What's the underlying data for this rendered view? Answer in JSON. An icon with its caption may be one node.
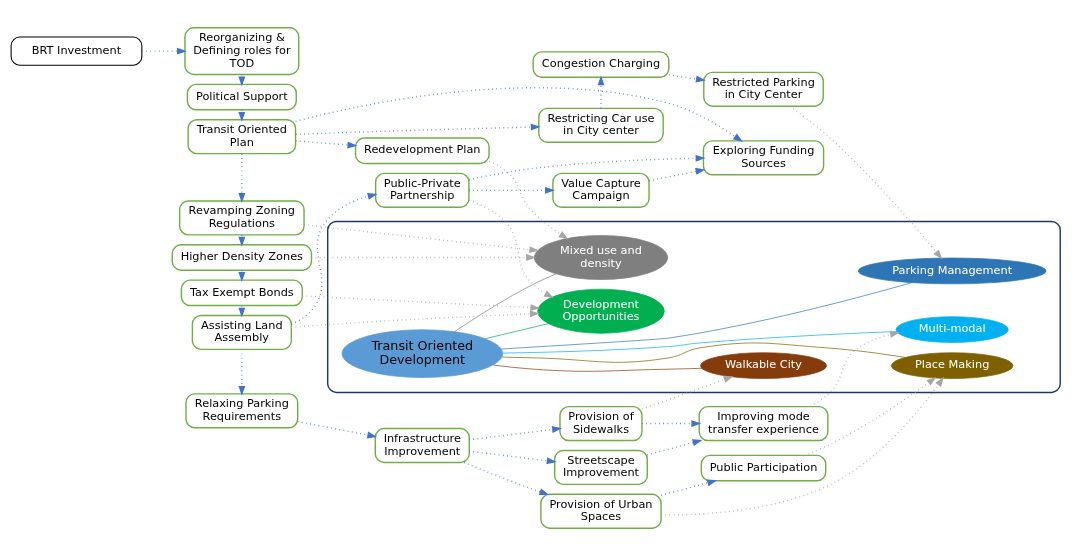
{
  "diagram": {
    "nodes": [
      {
        "text": [
          "BRT Investment"
        ]
      },
      {
        "text": [
          "Reorganizing & Defining roles for TOD"
        ]
      },
      {
        "text": [
          "Political Support"
        ]
      },
      {
        "text": [
          "Transit Oriented Plan"
        ]
      },
      {
        "text": [
          "Redevelopment Plan"
        ]
      },
      {
        "text": [],
        "shape": "ellipse"
      },
      {
        "text": [
          "Parking Management"
        ],
        "in": 5
      },
      {
        "text": [
          "Mixed use and density"
        ],
        "in": 5
      },
      {
        "text": [
          "Transit Oriented Development"
        ],
        "in": 5
      },
      {
        "text": [
          "Multi-modal"
        ],
        "in": 5
      },
      {
        "text": [
          "Development Opportunities"
        ],
        "in": 5
      },
      {
        "text": [
          "Walkable City"
        ],
        "in": 5
      },
      {
        "text": [
          "Place Making"
        ],
        "in": 5
      },
      {
        "text": [
          "Restricting Car use in City center"
        ]
      },
      {
        "text": [
          "Restricted Parking in City Center"
        ]
      },
      {
        "text": [
          "Congestion Charging"
        ]
      },
      {
        "text": [
          "Improving mode transfer experience"
        ]
      },
      {
        "text": [
          "Revamping Zoning Regulations"
        ]
      },
      {
        "text": [
          "Higher Density Zones"
        ]
      },
      {
        "text": [
          "Tax Exempt Bonds"
        ]
      },
      {
        "text": [
          "Assisting Land Assembly"
        ]
      },
      {
        "text": [
          "Public-Private Partnership"
        ]
      },
      {
        "text": [
          "Value Capture Campaign"
        ]
      },
      {
        "text": [
          "Public Participation"
        ]
      },
      {
        "text": [
          "Provision of Urban Spaces"
        ]
      },
      {
        "text": [
          "Provision of Sidewalks"
        ]
      },
      {
        "text": [
          "Streetscape Improvement"
        ]
      },
      {
        "text": [
          "Relaxing Parking Requirements"
        ]
      },
      {
        "text": [
          "Infrastructure Improvement"
        ]
      },
      {
        "text": [
          "Exploring Funding Sources"
        ]
      }
    ],
    "edges": [
      {
        "from": 0,
        "to": 1,
        "arrow": "to",
        "style": "dashed"
      },
      {
        "from": 1,
        "to": 2,
        "arrow": "to",
        "style": "dashed"
      },
      {
        "from": 2,
        "to": 3,
        "arrow": "to",
        "style": "dashed"
      },
      {
        "from": 3,
        "to": 17,
        "arrow": "to",
        "style": "dashed"
      },
      {
        "from": 17,
        "to": 18,
        "arrow": "to",
        "style": "dashed"
      },
      {
        "from": 18,
        "to": 19,
        "arrow": "to",
        "style": "dashed"
      },
      {
        "from": 19,
        "to": 20,
        "arrow": "to",
        "style": "dashed"
      },
      {
        "from": 20,
        "to": 27,
        "arrow": "to",
        "style": "dashed"
      },
      {
        "from": 3,
        "to": 4,
        "arrow": "to",
        "style": "dashed"
      },
      {
        "from": 3,
        "to": 13,
        "arrow": "to",
        "style": "dashed"
      },
      {
        "from": 3,
        "to": 29,
        "arrow": "to",
        "style": "dashed"
      },
      {
        "from": 13,
        "to": 15,
        "arrow": "to",
        "style": "dashed"
      },
      {
        "from": 15,
        "to": 14,
        "arrow": "to",
        "style": "dashed"
      },
      {
        "from": 20,
        "to": 21,
        "arrow": "to",
        "style": "dashed"
      },
      {
        "from": 21,
        "to": 22,
        "arrow": "to",
        "style": "dashed"
      },
      {
        "from": 21,
        "to": 29,
        "arrow": "to",
        "style": "dashed"
      },
      {
        "from": 22,
        "to": 29,
        "arrow": "to",
        "style": "dashed"
      },
      {
        "from": 27,
        "to": 28,
        "arrow": "to",
        "style": "dashed"
      },
      {
        "from": 28,
        "to": 24,
        "arrow": "to",
        "style": "dashed"
      },
      {
        "from": 28,
        "to": 25,
        "arrow": "to",
        "style": "dashed"
      },
      {
        "from": 28,
        "to": 26,
        "arrow": "to",
        "style": "dashed"
      },
      {
        "from": 24,
        "to": 23,
        "arrow": "to",
        "style": "dashed"
      },
      {
        "from": 25,
        "to": 16,
        "arrow": "to",
        "style": "dashed"
      },
      {
        "from": 26,
        "to": 16,
        "arrow": "to",
        "style": "dashed"
      },
      {
        "from": 4,
        "to": 7,
        "arrow": "to",
        "style": "dashed",
        "color": "#a6a6a6"
      },
      {
        "from": 17,
        "to": 7,
        "arrow": "to",
        "style": "dashed",
        "color": "#a6a6a6"
      },
      {
        "from": 18,
        "to": 7,
        "arrow": "to",
        "style": "dashed",
        "color": "#a6a6a6"
      },
      {
        "from": 19,
        "to": 10,
        "arrow": "to",
        "style": "dashed",
        "color": "#a6a6a6"
      },
      {
        "from": 20,
        "to": 10,
        "arrow": "to",
        "style": "dashed",
        "color": "#a6a6a6"
      },
      {
        "from": 21,
        "to": 10,
        "arrow": "to",
        "style": "dashed",
        "color": "#a6a6a6"
      },
      {
        "from": 14,
        "to": 6,
        "arrow": "to",
        "style": "dashed",
        "color": "#a6a6a6"
      },
      {
        "from": 16,
        "to": 9,
        "arrow": "to",
        "style": "dashed",
        "color": "#a6a6a6"
      },
      {
        "from": 25,
        "to": 11,
        "arrow": "to",
        "style": "dashed",
        "color": "#a6a6a6"
      },
      {
        "from": 23,
        "to": 12,
        "arrow": "to",
        "style": "dashed",
        "color": "#a6a6a6"
      },
      {
        "from": 24,
        "to": 12,
        "arrow": "to",
        "style": "dashed",
        "color": "#a6a6a6"
      },
      {
        "from": 8,
        "to": 6,
        "arrow": "none",
        "color": "#2e75b6"
      },
      {
        "from": 8,
        "to": 7,
        "arrow": "none",
        "color": "#7f7f7f"
      },
      {
        "from": 8,
        "to": 9,
        "arrow": "none",
        "color": "#00b0f0"
      },
      {
        "from": 8,
        "to": 10,
        "arrow": "none",
        "color": "#00b050"
      },
      {
        "from": 8,
        "to": 11,
        "arrow": "none",
        "color": "#843c0c"
      },
      {
        "from": 8,
        "to": 12,
        "arrow": "none",
        "color": "#7f6000"
      }
    ]
  }
}
